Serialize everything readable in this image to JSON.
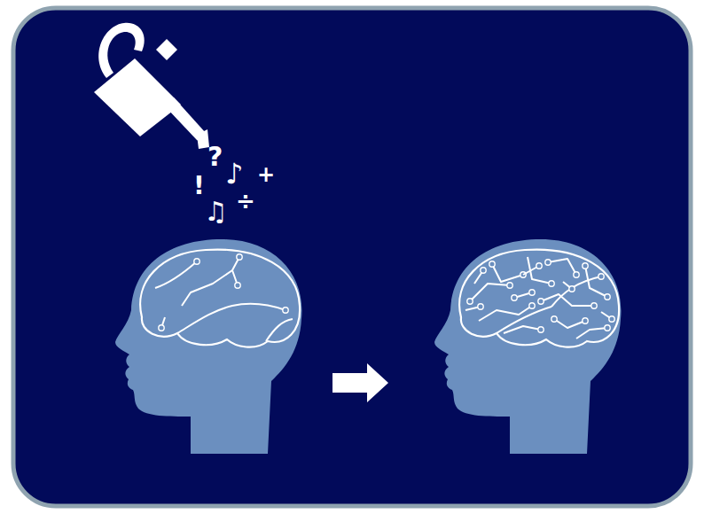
{
  "diagram": {
    "labels": [
      "?",
      "♪",
      "+",
      "!",
      "÷",
      "♫"
    ]
  }
}
